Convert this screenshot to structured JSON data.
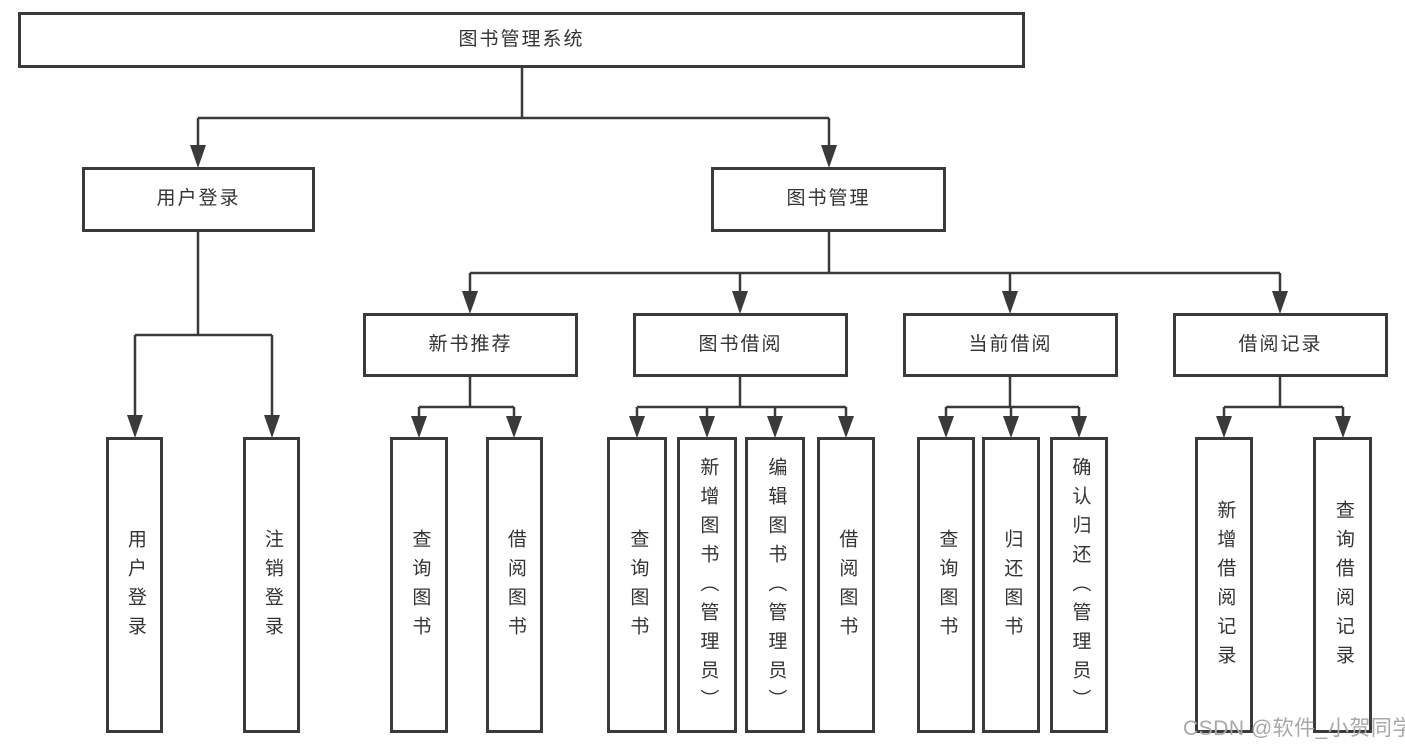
{
  "diagram": {
    "root": {
      "label": "图书管理系统",
      "children": [
        {
          "label": "用户登录",
          "children": [
            {
              "label": "用户登录"
            },
            {
              "label": "注销登录"
            }
          ]
        },
        {
          "label": "图书管理",
          "children": [
            {
              "label": "新书推荐",
              "children": [
                {
                  "label": "查询图书"
                },
                {
                  "label": "借阅图书"
                }
              ]
            },
            {
              "label": "图书借阅",
              "children": [
                {
                  "label": "查询图书"
                },
                {
                  "label": "新增图书（管理员）"
                },
                {
                  "label": "编辑图书（管理员）"
                },
                {
                  "label": "借阅图书"
                }
              ]
            },
            {
              "label": "当前借阅",
              "children": [
                {
                  "label": "查询图书"
                },
                {
                  "label": "归还图书"
                },
                {
                  "label": "确认归还（管理员）"
                }
              ]
            },
            {
              "label": "借阅记录",
              "children": [
                {
                  "label": "新增借阅记录"
                },
                {
                  "label": "查询借阅记录"
                }
              ]
            }
          ]
        }
      ]
    }
  },
  "watermark": {
    "text": "CSDN @软件_小贺同学"
  },
  "colors": {
    "line": "#3a3a3a",
    "text": "#333333",
    "background": "#ffffff",
    "watermark": "#a8a8a8"
  }
}
